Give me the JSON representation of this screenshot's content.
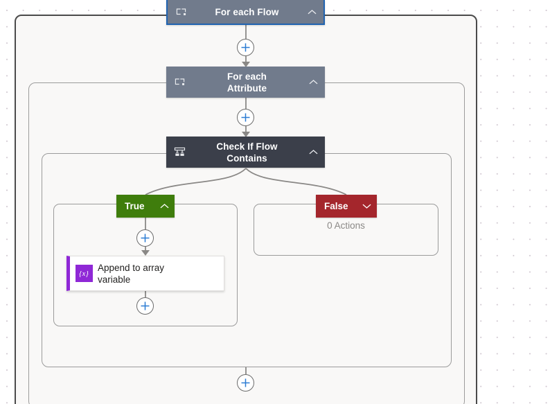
{
  "canvas": {
    "background_color": "#ffffff",
    "grid_dot_color": "#cfc6cf",
    "scope_fill": "#f9f8f7"
  },
  "scopes": [
    {
      "name": "outer-loop-scope",
      "border_color": "#4a4a4a"
    },
    {
      "name": "inner-loop-scope",
      "border_color": "#9b9b9b"
    },
    {
      "name": "condition-scope",
      "border_color": "#9b9b9b"
    },
    {
      "name": "true-branch-scope",
      "border_color": "#9b9b9b"
    },
    {
      "name": "false-branch-scope",
      "border_color": "#9b9b9b"
    }
  ],
  "nodes": {
    "foreach_flow": {
      "title": "For each Flow",
      "icon": "foreach-icon",
      "chevron": "chevron-up-icon",
      "header_color": "#717b8c",
      "selected_border_color": "#1f63b1"
    },
    "foreach_attribute": {
      "title": "For each\nAttribute",
      "title_line1": "For each",
      "title_line2": "Attribute",
      "icon": "foreach-icon",
      "chevron": "chevron-up-icon",
      "header_color": "#717b8c"
    },
    "condition": {
      "title_line1": "Check If Flow",
      "title_line2": "Contains",
      "icon": "condition-icon",
      "chevron": "chevron-up-icon",
      "header_color": "#3b3f4a"
    }
  },
  "branches": {
    "true": {
      "label": "True",
      "color": "#3f7d0c",
      "chevron": "chevron-up-icon",
      "expanded": true
    },
    "false": {
      "label": "False",
      "color": "#a4262c",
      "chevron": "chevron-down-icon",
      "expanded": false,
      "empty_text": "0 Actions"
    }
  },
  "action_card": {
    "title_line1": "Append to array",
    "title_line2": "variable",
    "icon": "variable-icon",
    "icon_glyph": "{x}",
    "accent_color": "#8f28d6"
  },
  "plus_buttons": [
    {
      "name": "add-step-after-foreach-flow"
    },
    {
      "name": "add-step-after-foreach-attribute"
    },
    {
      "name": "add-step-true-branch-top"
    },
    {
      "name": "add-step-true-branch-bottom"
    },
    {
      "name": "add-step-after-condition"
    }
  ],
  "colors": {
    "connector": "#8a8886",
    "plus_glyph": "#2b7cd3",
    "plus_border": "#6b6b6b"
  }
}
